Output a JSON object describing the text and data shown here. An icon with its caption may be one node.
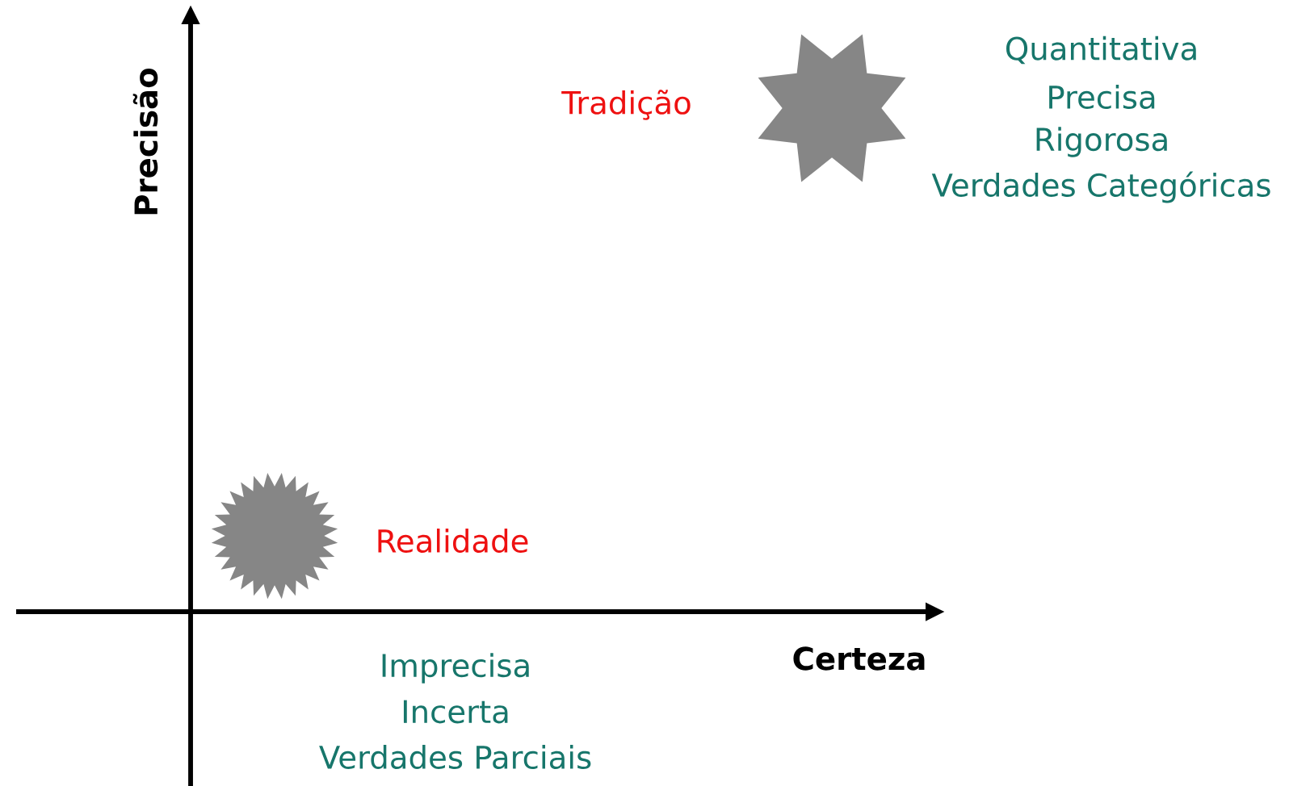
{
  "diagram": {
    "nodes": [
      {
        "text": [],
        "shape": "star",
        "beside": [
          "Tradição"
        ]
      },
      {
        "text": [],
        "shape": "burst",
        "beside": [
          "Realidade"
        ]
      }
    ],
    "labels": [
      "Precisão",
      "Quantitativa",
      "Precisa",
      "Rigorosa",
      "Verdades Categóricas",
      "Certeza",
      "Imprecisa",
      "Incerta",
      "Verdades Parciais"
    ]
  }
}
